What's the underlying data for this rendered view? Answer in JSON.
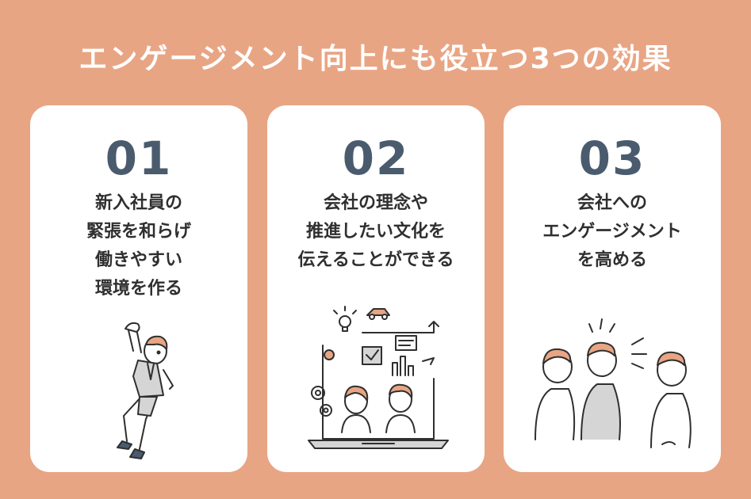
{
  "title": "エンゲージメント向上にも役立つ3つの効果",
  "cards": [
    {
      "number": "01",
      "lines": [
        "新入社員の",
        "緊張を和らげ",
        "働きやすい",
        "環境を作る"
      ],
      "illustration_icon": "jumping-employee-icon"
    },
    {
      "number": "02",
      "lines": [
        "会社の理念や",
        "推進したい文化を",
        "伝えることができる"
      ],
      "illustration_icon": "online-meeting-laptop-icon"
    },
    {
      "number": "03",
      "lines": [
        "会社への",
        "エンゲージメント",
        "を高める"
      ],
      "illustration_icon": "team-conversation-icon"
    }
  ],
  "colors": {
    "background": "#E8A584",
    "card": "#FFFFFF",
    "number": "#4A5B6E",
    "accent": "#E8A584"
  }
}
